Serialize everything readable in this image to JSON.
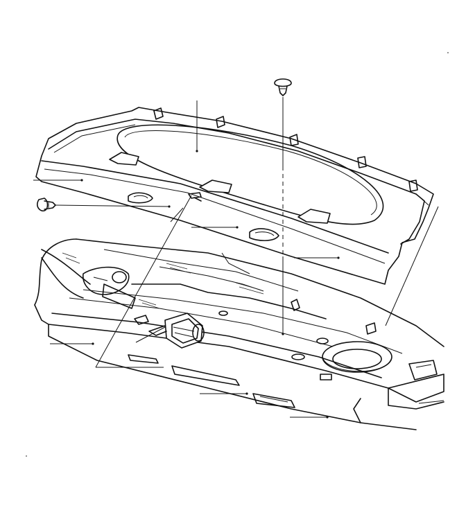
{
  "diagram": {
    "kind": "exploded-parts-drawing",
    "line_color": "#111111",
    "background": "#ffffff",
    "parts": [
      "rear-package-shelf-trim-panel",
      "push-pin-retainer-top",
      "push-pin-retainer-left",
      "rear-floor-pan",
      "seat-belt-retractor",
      "spare-tire-well",
      "rear-bumper-reinforcement"
    ],
    "callout_count": 10
  }
}
